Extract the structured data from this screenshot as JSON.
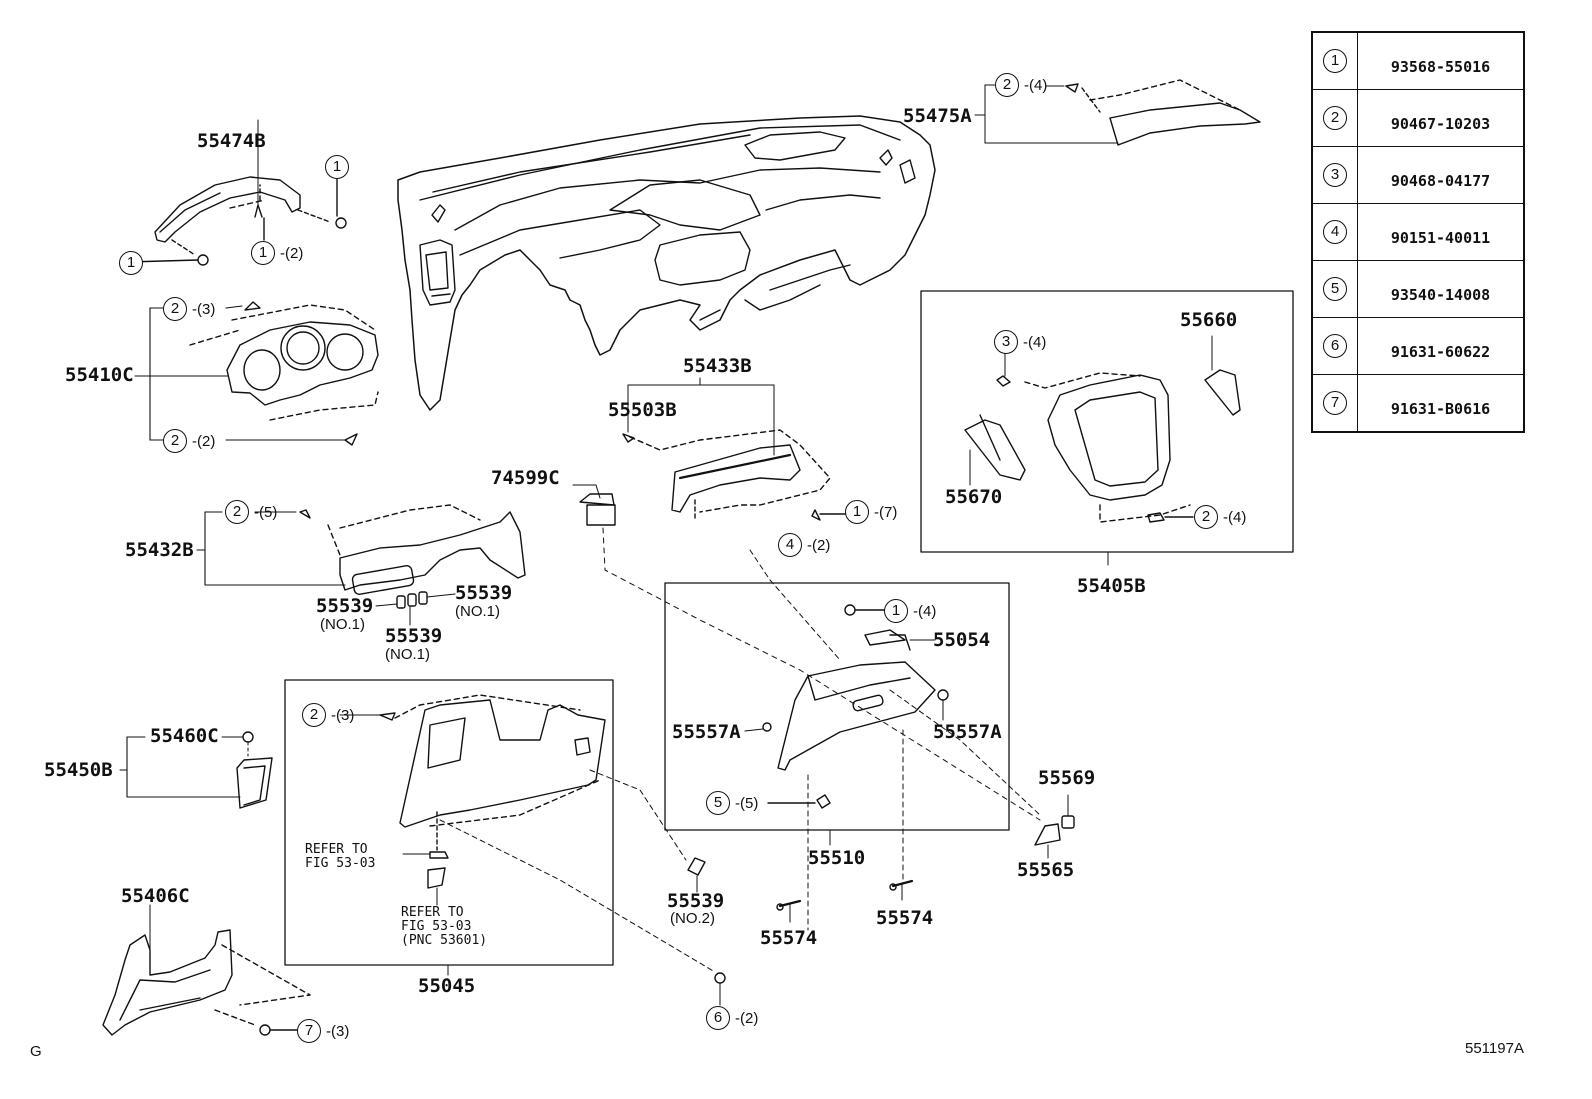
{
  "diagram": {
    "title_code": "551197A",
    "corner_mark": "G",
    "legend": [
      {
        "num": "1",
        "part": "93568-55016"
      },
      {
        "num": "2",
        "part": "90467-10203"
      },
      {
        "num": "3",
        "part": "90468-04177"
      },
      {
        "num": "4",
        "part": "90151-40011"
      },
      {
        "num": "5",
        "part": "93540-14008"
      },
      {
        "num": "6",
        "part": "91631-60622"
      },
      {
        "num": "7",
        "part": "91631-B0616"
      }
    ],
    "parts": {
      "p55474B": "55474B",
      "p55410C": "55410C",
      "p55432B": "55432B",
      "p55539a": "55539",
      "p55539b": "55539",
      "p55539c": "55539",
      "p55539d": "55539",
      "no1": "(NO.1)",
      "no2": "(NO.2)",
      "p55460C": "55460C",
      "p55450B": "55450B",
      "p55406C": "55406C",
      "p55045": "55045",
      "p74599C": "74599C",
      "p55433B": "55433B",
      "p55503B": "55503B",
      "p55475A": "55475A",
      "p55660": "55660",
      "p55670": "55670",
      "p55405B": "55405B",
      "p55054": "55054",
      "p55557A_l": "55557A",
      "p55557A_r": "55557A",
      "p55510": "55510",
      "p55574a": "55574",
      "p55574b": "55574",
      "p55569": "55569",
      "p55565": "55565"
    },
    "refer": {
      "r1": "REFER TO\nFIG 53-03",
      "r2": "REFER TO\nFIG 53-03\n(PNC 53601)"
    },
    "callouts": [
      {
        "id": "c1",
        "num": "1",
        "qty": ""
      },
      {
        "id": "c2",
        "num": "1",
        "qty": "-(2)"
      },
      {
        "id": "c3",
        "num": "1",
        "qty": ""
      },
      {
        "id": "c4",
        "num": "2",
        "qty": "-(3)"
      },
      {
        "id": "c5",
        "num": "2",
        "qty": "-(2)"
      },
      {
        "id": "c6",
        "num": "2",
        "qty": "-(5)"
      },
      {
        "id": "c7",
        "num": "2",
        "qty": "-(3)"
      },
      {
        "id": "c8",
        "num": "7",
        "qty": "-(3)"
      },
      {
        "id": "c9",
        "num": "6",
        "qty": "-(2)"
      },
      {
        "id": "c10",
        "num": "1",
        "qty": "-(7)"
      },
      {
        "id": "c11",
        "num": "4",
        "qty": "-(2)"
      },
      {
        "id": "c12",
        "num": "1",
        "qty": "-(4)"
      },
      {
        "id": "c13",
        "num": "5",
        "qty": "-(5)"
      },
      {
        "id": "c14",
        "num": "2",
        "qty": "-(4)"
      },
      {
        "id": "c15",
        "num": "3",
        "qty": "-(4)"
      },
      {
        "id": "c16",
        "num": "2",
        "qty": "-(4)"
      }
    ]
  }
}
